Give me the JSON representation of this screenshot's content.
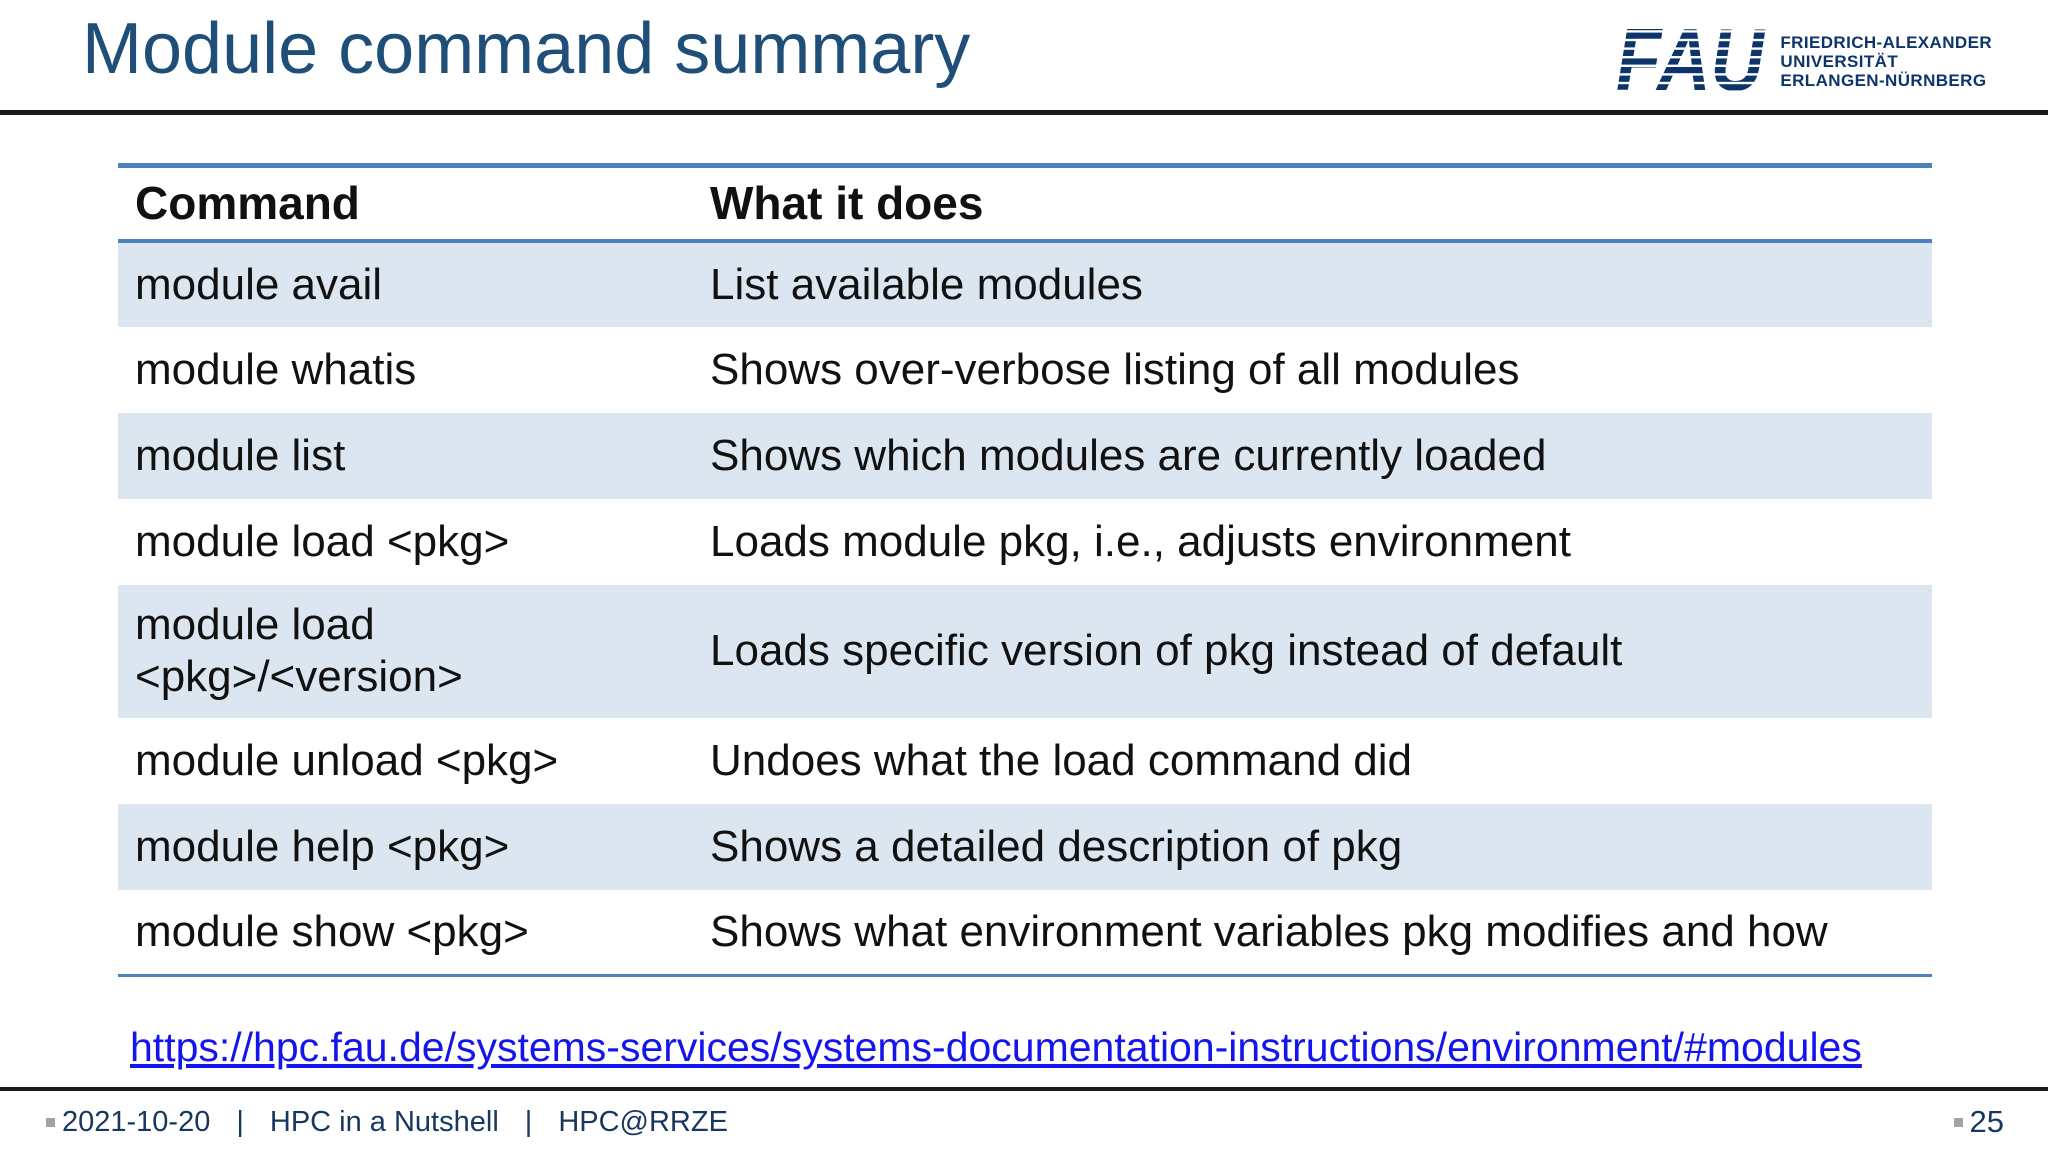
{
  "slide_title": "Module command summary",
  "logo": {
    "acronym": "FAU",
    "org_lines": [
      "FRIEDRICH-ALEXANDER",
      "UNIVERSITÄT",
      "ERLANGEN-NÜRNBERG"
    ]
  },
  "table": {
    "headers": [
      "Command",
      "What it does"
    ],
    "rows": [
      {
        "command": "module avail",
        "description": "List available modules"
      },
      {
        "command": "module whatis",
        "description": "Shows over-verbose listing of all modules"
      },
      {
        "command": "module list",
        "description": "Shows which modules are currently loaded"
      },
      {
        "command": "module load <pkg>",
        "description": "Loads module pkg, i.e., adjusts environment"
      },
      {
        "command": "module load\n<pkg>/<version>",
        "description": "Loads specific version of pkg instead of default"
      },
      {
        "command": "module unload <pkg>",
        "description": "Undoes what the load command did"
      },
      {
        "command": "module help <pkg>",
        "description": "Shows a detailed description of pkg"
      },
      {
        "command": "module show <pkg>",
        "description": "Shows what environment variables pkg modifies and how"
      }
    ]
  },
  "link": {
    "text": "https://hpc.fau.de/systems-services/systems-documentation-instructions/environment/#modules",
    "href": "https://hpc.fau.de/systems-services/systems-documentation-instructions/environment/#modules"
  },
  "footer": {
    "date": "2021-10-20",
    "separator": "|",
    "event": "HPC in a Nutshell",
    "group": "HPC@RRZE",
    "page_number": "25"
  },
  "colors": {
    "title_blue": "#1f4e79",
    "logo_blue": "#0e356b",
    "table_border_blue": "#4f81bd",
    "row_band_blue": "#dce6f1",
    "link_blue": "#1414ee",
    "footer_blue": "#17375e",
    "rule_black": "#1a1a1a",
    "bullet_gray": "#a3a3a3"
  }
}
